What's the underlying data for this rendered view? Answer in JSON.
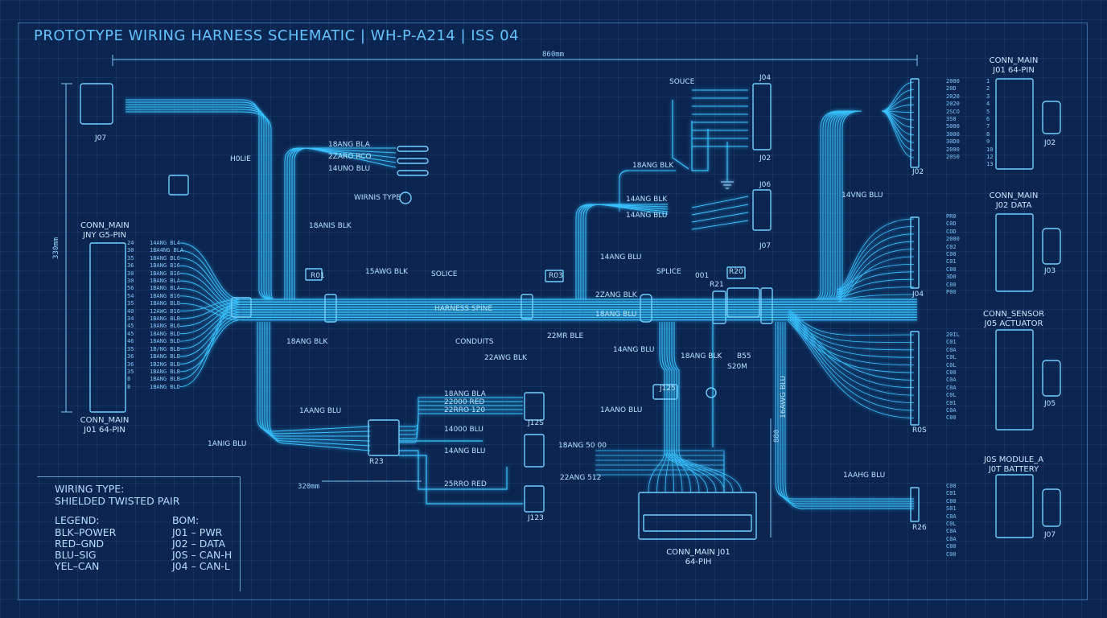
{
  "title": "PROTOTYPE WIRING HARNESS SCHEMATIC | WH-P-A214 | ISS 04",
  "colors": {
    "background": "#0a2550",
    "wire": "#39c2ff",
    "glow": "#1e90d8",
    "text": "#9ed6ff"
  },
  "dimensions": {
    "overall": "860mm",
    "vertical_left": "330mm",
    "lower": "320mm",
    "vertical_right": "880"
  },
  "connectors": {
    "j07_top": "J07",
    "left_main": {
      "line1": "CONN_MAIN",
      "line2": "JNY G5-PIN"
    },
    "left_main_bottom": {
      "line1": "CONN_MAIN",
      "line2": "J01 64-PIN"
    },
    "right_main_top": {
      "line1": "CONN_MAIN",
      "line2": "J01 64-PIN"
    },
    "right_main_data": {
      "line1": "CONN_MAIN",
      "line2": "J02 DATA"
    },
    "right_sensor": {
      "line1": "CONN_SENSOR",
      "line2": "J05 ACTUATOR"
    },
    "right_module": {
      "line1": "J0S MODULE_A",
      "line2": "J0T BATTERY"
    },
    "bottom_main": {
      "line1": "CONN_MAIN J01",
      "line2": "64-PIH"
    },
    "j04_top": "J04",
    "j02_top": "J02",
    "j06": "J06",
    "j07_mid": "J07",
    "plug_j02": "J02",
    "plug_j03": "J03",
    "plug_j05": "J05",
    "plug_j07": "J07",
    "j02_right": "J02",
    "j04_right": "J04",
    "r05_right": "R0S",
    "r26_right": "R26",
    "r23": "R23",
    "j123": "J123",
    "j125": "J12S",
    "small_125": "J125"
  },
  "labels": {
    "souce": "SOUCE",
    "l18awg_blk_top": "18ANG BLA",
    "l22awg_red_top": "2ZARO RCO",
    "l14awg_blu_top": "14UNO BLU",
    "wiring_type_mark": "WIRNIS TYPE",
    "h0lie": "H0LIE",
    "l18awg_blk_v": "18ANIS BLK",
    "l18awg_blk_j02": "18ANG BLK",
    "l14awg_blk": "14ANG BLK",
    "l14awg_blu_mid": "14ANG BLU",
    "l14awg_blu_right": "14VNG BLU",
    "l14awg_blu_j07": "14ANG BLU",
    "r01": "R01",
    "l15awg_blk": "15AWG BLK",
    "solice": "SOLICE",
    "harness_spine": "HARNESS SPINE",
    "conduits": "CONDUITS",
    "l18awg_blk_low": "18ANG BLK",
    "l22awg_blk": "22AWG BLK",
    "l22awg_blu_spine": "22MR BLE",
    "r03": "R03",
    "l22awg_blk_spine": "2ZANG BLK",
    "l18awg_blu_spine": "18ANG BLU",
    "splice_mid": "SPLICE",
    "r001": "001",
    "r21": "R21",
    "r20": "R20",
    "l14awg_blu_low": "14ANG BLU",
    "l18awg_blk_low2": "18ANG BLK",
    "b55": "B55",
    "s20m": "S20M",
    "l18awg_blu_right": "14ANG BLU",
    "l18ang_bla": "18ANG BLA",
    "l22awg_red": "22000 RED",
    "l22awg_120": "22RRO 120",
    "l14awg_blu_low2": "1AANG BLU",
    "l14awg_blu_r23": "14000 BLU",
    "l22awg_red_low": "25RRO RED",
    "l18awg_blk_low3": "18ANG BLK",
    "l14awg_blu_j123": "14ANG BLU",
    "l18awg_blk_j125": "18ANG 50 00",
    "l22awg_s12": "22ANG 512",
    "l1aand_blu": "1AANO BLU",
    "l1aand_blu_bottom": "1AAHG BLU",
    "splice_right_label": "1AANO BLU",
    "red_bottom_left": "1ANIG BLU",
    "v_label_right": "16AWG BLU"
  },
  "legend": {
    "wiring_type_heading": "WIRING TYPE:",
    "wiring_type_value": "SHIELDED TWISTED PAIR",
    "legend_heading": "LEGEND:",
    "legend_items": [
      "BLK–POWER",
      "RED–GND",
      "BLU–SIG",
      "YEL–CAN"
    ],
    "bom_heading": "BOM:",
    "bom_items": [
      "J01 – PWR",
      "J02 – DATA",
      "J0S – CAN-H",
      "J04 – CAN-L"
    ]
  },
  "pin_tables": {
    "left_numbers": "24\n30\n35\n36\n30\n30\n56\n54\n35\n40\n34\n45\n45\n46\n35\n36\n36\n35\n8\n8",
    "left_codes": "14ANG BL4\n1BA4NG BLA\n1BANG BL6\n1BANG B16\n1BANG B16\n1BANG BLA\n1BANG BLA\n1BANG B16\n1BANG BLB\n12AWG B16\n1BANG BLB\n18ANG BL6\n18ANG BLD\n18ANG BLD\n1B/NG BLB\n1BANG BLB\n1B2NG BLB\n1BANG BLB\n1BANG BLB\n1BANG BLD",
    "right1_codes": "2000\n20D\n2020\n2020\n2SCO\n3S0\n5000\n3000\n30D0\n2000\n20S0",
    "right1_nums": "1\n2\n3\n4\n5\n6\n7\n8\n9\n10\n12\n13",
    "right2_codes": "PR0\nC0D\nCOD\n2000\nC02\nC00\nC01\nC00\n3D0\nC00\nP00",
    "right3_codes": "20IL\nC01\nC0A\nC0L\nC0L\nC00\nC0A\nC0A\nC0L\nC01\nC0A\nC00",
    "right4_codes": "C00\nC01\nC00\nS01\nC0A\nC0L\nC0A\nC0A\nC00\nC00"
  }
}
